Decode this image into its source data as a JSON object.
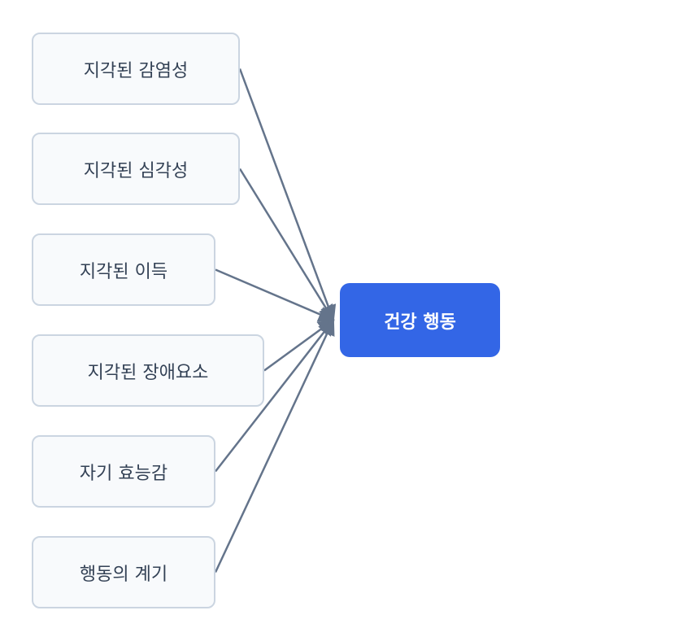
{
  "diagram": {
    "sources": [
      {
        "id": "perceived-susceptibility",
        "label": "지각된 감염성"
      },
      {
        "id": "perceived-severity",
        "label": "지각된 심각성"
      },
      {
        "id": "perceived-benefits",
        "label": "지각된 이득"
      },
      {
        "id": "perceived-barriers",
        "label": "지각된 장애요소"
      },
      {
        "id": "self-efficacy",
        "label": "자기 효능감"
      },
      {
        "id": "cues-to-action",
        "label": "행동의 계기"
      }
    ],
    "target": {
      "id": "health-behavior",
      "label": "건강 행동"
    },
    "edges": [
      {
        "from": "perceived-susceptibility",
        "to": "health-behavior"
      },
      {
        "from": "perceived-severity",
        "to": "health-behavior"
      },
      {
        "from": "perceived-benefits",
        "to": "health-behavior"
      },
      {
        "from": "perceived-barriers",
        "to": "health-behavior"
      },
      {
        "from": "self-efficacy",
        "to": "health-behavior"
      },
      {
        "from": "cues-to-action",
        "to": "health-behavior"
      }
    ],
    "colors": {
      "edge": "#64748b",
      "source_fill": "#f8fafc",
      "source_border": "#cbd5e1",
      "source_text": "#334155",
      "target_fill": "#3366e6",
      "target_text": "#ffffff"
    }
  }
}
